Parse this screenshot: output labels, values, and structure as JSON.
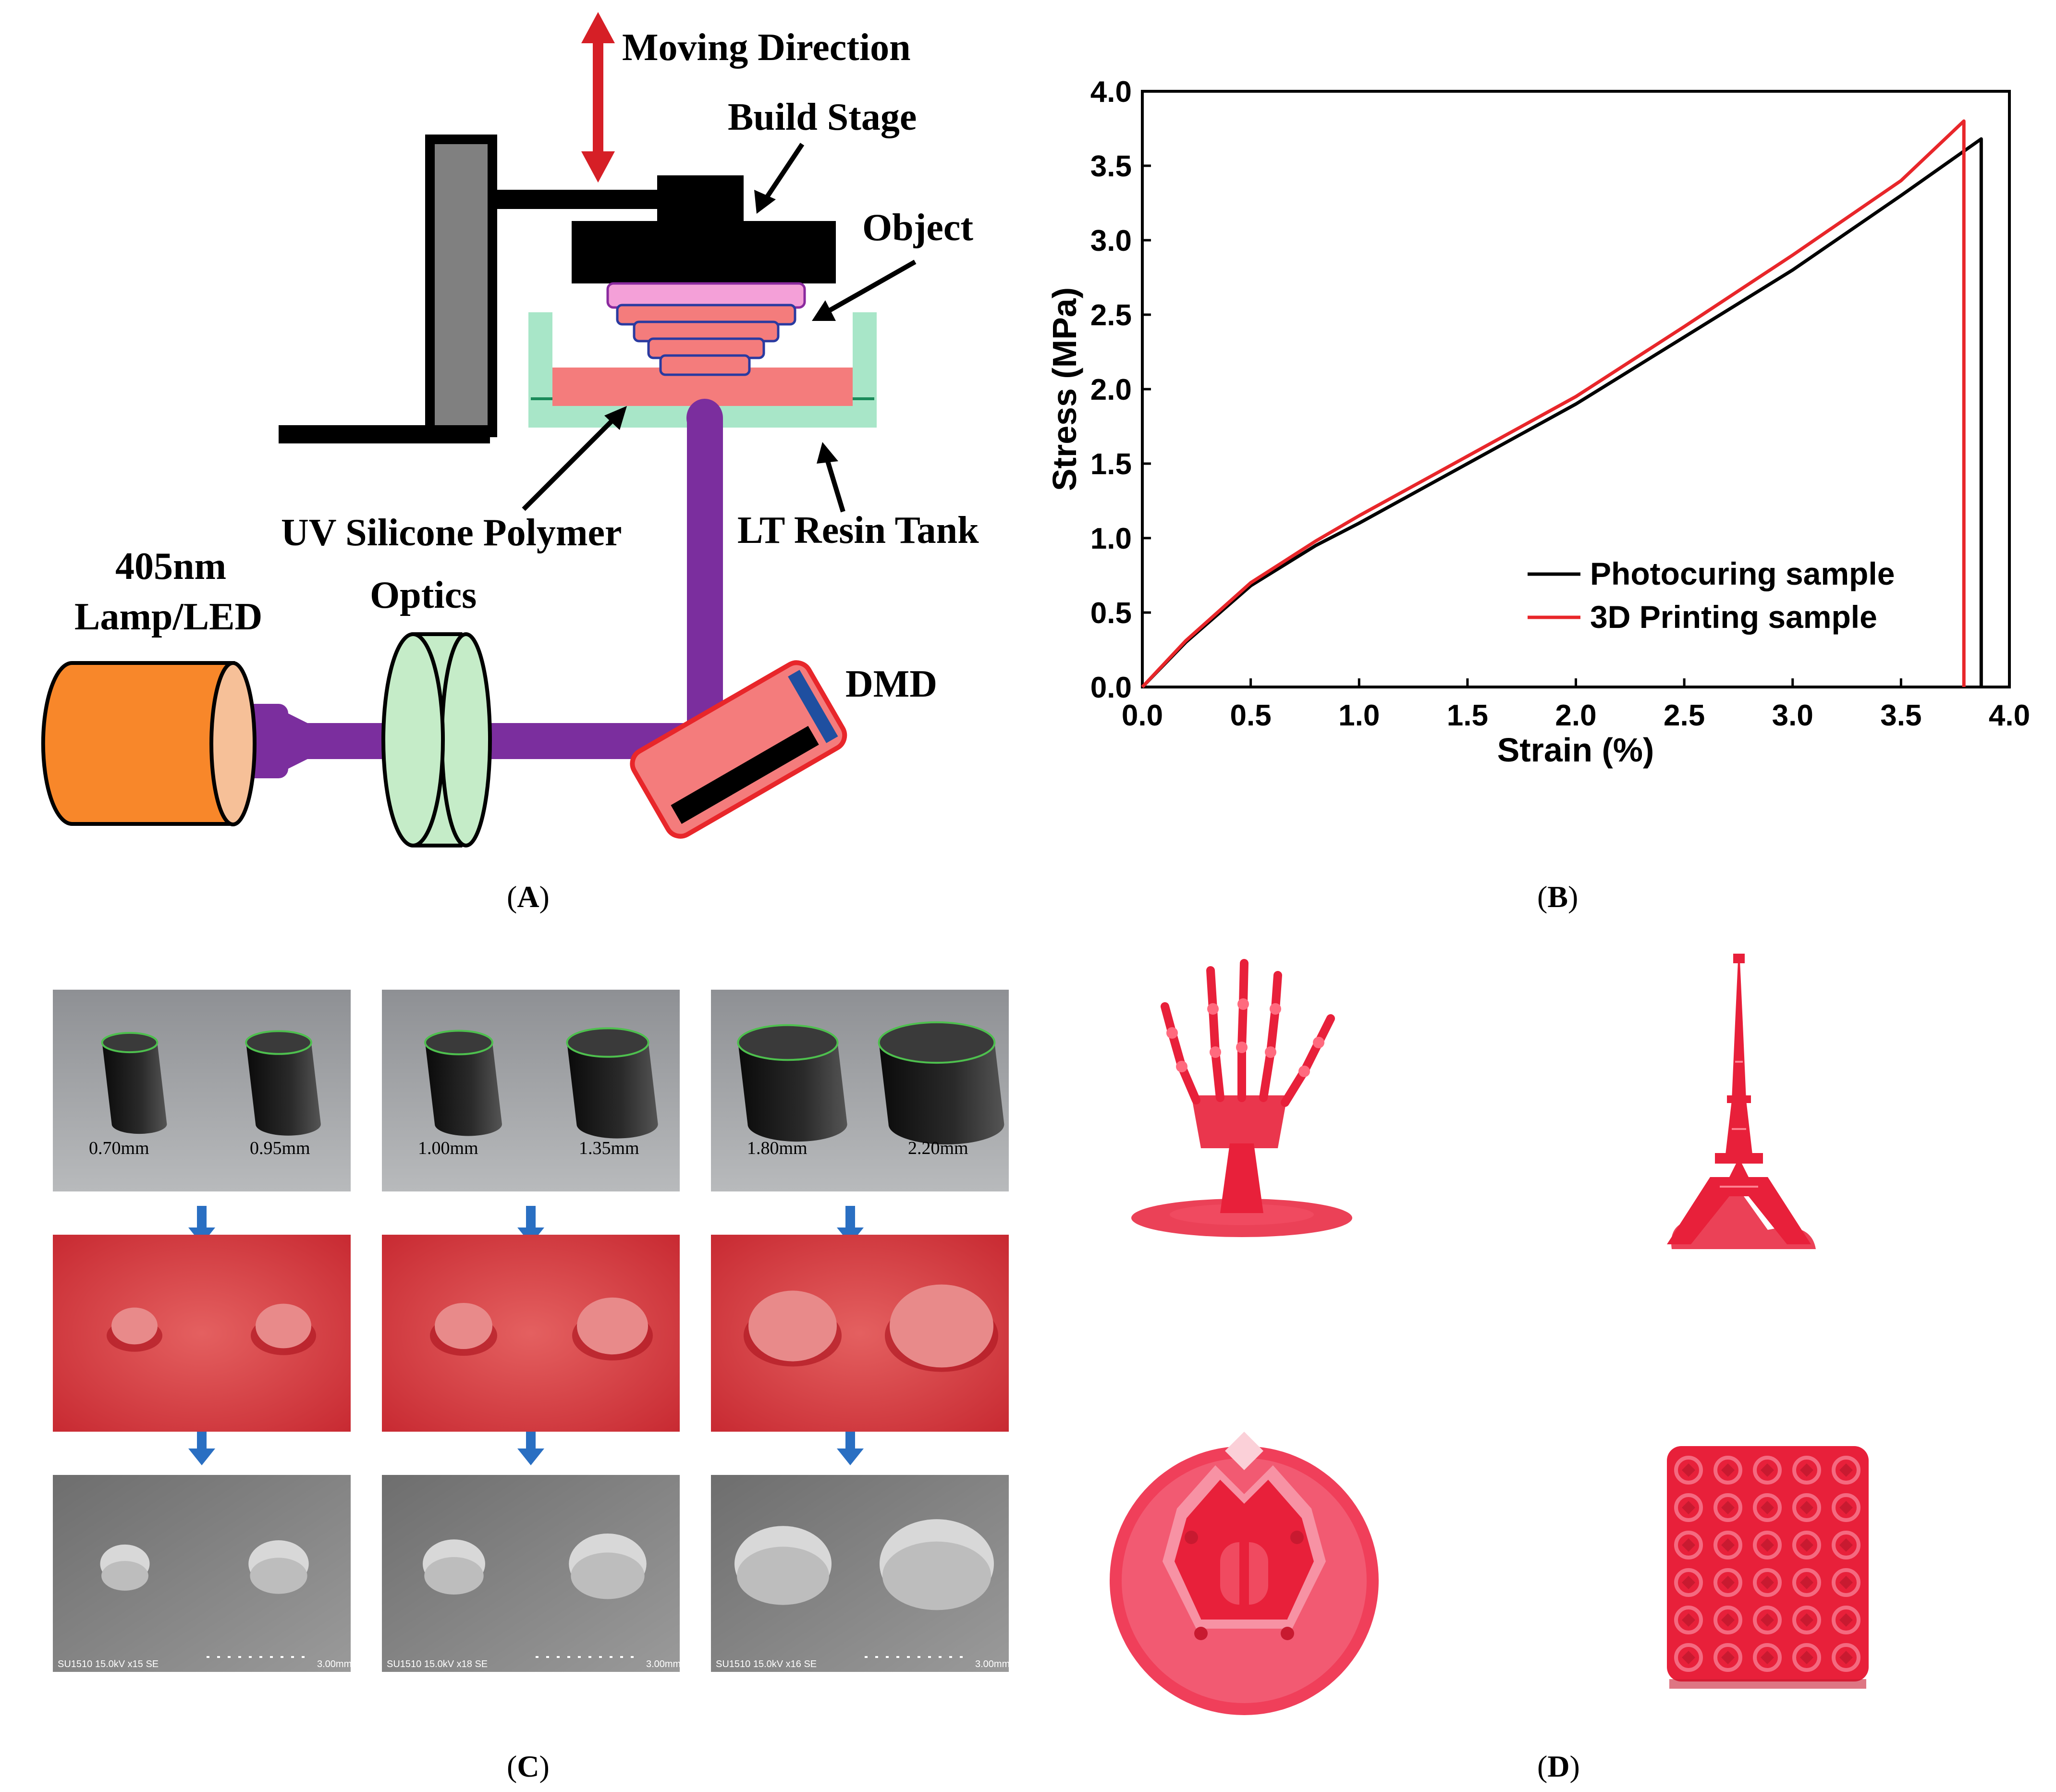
{
  "panel_a": {
    "caption": "A",
    "labels": {
      "moving_direction": "Moving Direction",
      "build_stage": "Build Stage",
      "object": "Object",
      "uv_silicone": "UV Silicone Polymer",
      "resin_tank": "LT Resin Tank",
      "lamp_line1": "405nm",
      "lamp_line2": "Lamp/LED",
      "optics": "Optics",
      "dmd": "DMD"
    }
  },
  "panel_b": {
    "caption": "B",
    "chart_data": {
      "type": "line",
      "title": "",
      "xlabel": "Strain (%)",
      "ylabel": "Stress (MPa)",
      "xlim": [
        0.0,
        4.0
      ],
      "ylim": [
        0.0,
        4.0
      ],
      "xticks": [
        "0.0",
        "0.5",
        "1.0",
        "1.5",
        "2.0",
        "2.5",
        "3.0",
        "3.5",
        "4.0"
      ],
      "yticks": [
        "0.0",
        "0.5",
        "1.0",
        "1.5",
        "2.0",
        "2.5",
        "3.0",
        "3.5",
        "4.0"
      ],
      "grid": false,
      "legend_position": "bottom-right",
      "series": [
        {
          "name": "Photocuring sample",
          "color": "#000000",
          "x": [
            0.0,
            0.2,
            0.5,
            0.8,
            1.0,
            1.5,
            2.0,
            2.5,
            3.0,
            3.5,
            3.87,
            3.87
          ],
          "y": [
            0.0,
            0.3,
            0.68,
            0.95,
            1.1,
            1.5,
            1.9,
            2.35,
            2.8,
            3.3,
            3.68,
            0.0
          ]
        },
        {
          "name": "3D Printing sample",
          "color": "#e8262a",
          "x": [
            0.0,
            0.2,
            0.5,
            0.8,
            1.0,
            1.5,
            2.0,
            2.5,
            3.0,
            3.5,
            3.79,
            3.79
          ],
          "y": [
            0.0,
            0.31,
            0.7,
            0.98,
            1.15,
            1.55,
            1.95,
            2.42,
            2.9,
            3.4,
            3.8,
            0.0
          ]
        }
      ]
    }
  },
  "panel_c": {
    "caption": "C",
    "columns": [
      {
        "left_label": "0.70mm",
        "right_label": "0.95mm",
        "sem_info": "SU1510 15.0kV x15 SE",
        "sem_scale": "3.00mm"
      },
      {
        "left_label": "1.00mm",
        "right_label": "1.35mm",
        "sem_info": "SU1510 15.0kV x18 SE",
        "sem_scale": "3.00mm"
      },
      {
        "left_label": "1.80mm",
        "right_label": "2.20mm",
        "sem_info": "SU1510 15.0kV x16 SE",
        "sem_scale": "3.00mm"
      }
    ]
  },
  "panel_d": {
    "caption": "D"
  },
  "colors": {
    "red_arrow": "#d61f26",
    "resin_pink": "#f47c7c",
    "tank_green": "#a8e6c8",
    "beam_purple": "#7b2e9e",
    "lamp_orange": "#f8872a",
    "optics_green": "#c5ecc8",
    "print_red": "#e8203a",
    "arrow_blue": "#2a6fc2"
  }
}
